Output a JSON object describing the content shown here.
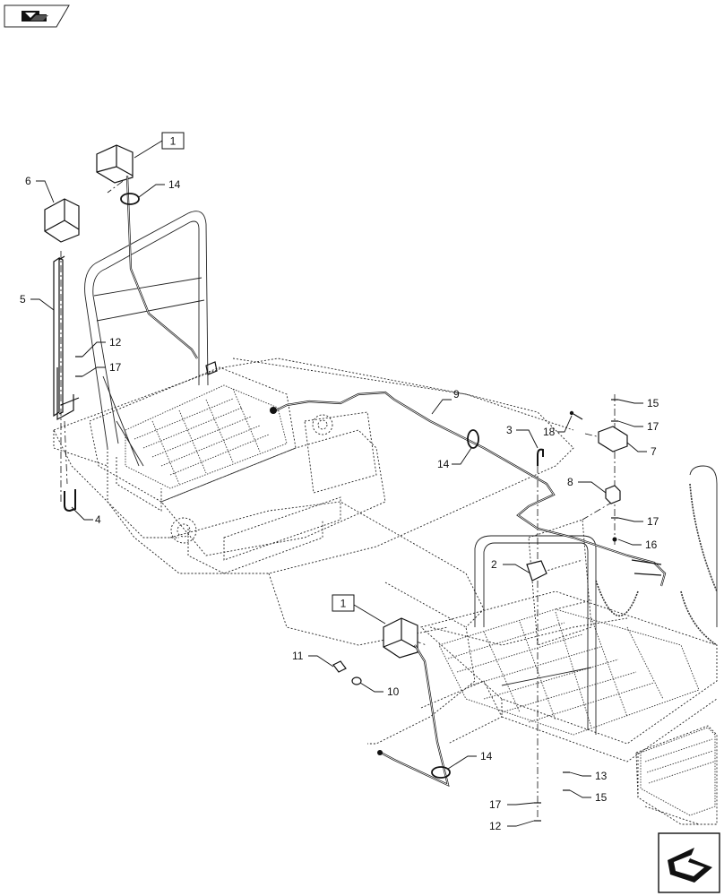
{
  "nav_icon": {
    "name": "previous-page-icon"
  },
  "next_icon": {
    "name": "next-page-icon"
  },
  "reference_boxes": [
    "1",
    "1"
  ],
  "callouts": [
    "2",
    "3",
    "4",
    "5",
    "6",
    "7",
    "8",
    "9",
    "10",
    "11",
    "12",
    "12",
    "13",
    "14",
    "14",
    "14",
    "15",
    "15",
    "16",
    "17",
    "17",
    "17",
    "17",
    "18"
  ]
}
